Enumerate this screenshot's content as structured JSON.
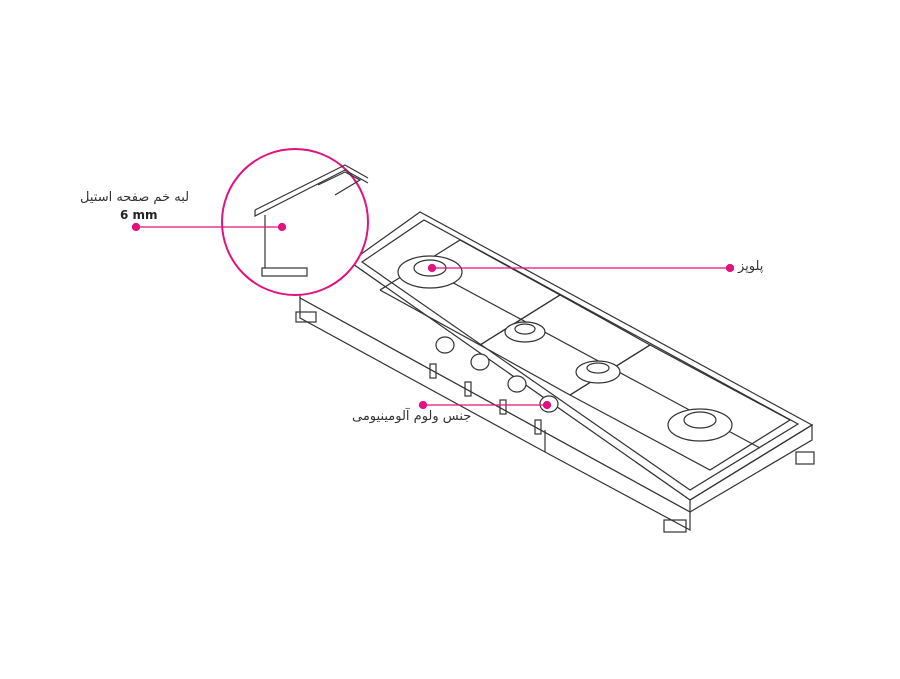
{
  "colors": {
    "accent": "#e2127f",
    "line": "#333333"
  },
  "annotations": {
    "edge": {
      "label": "لبه خم صفحه استیل",
      "value": "6 mm"
    },
    "burner": {
      "label": "پلوپز"
    },
    "knob": {
      "label": "جنس ولوم آلومینیومی"
    }
  }
}
